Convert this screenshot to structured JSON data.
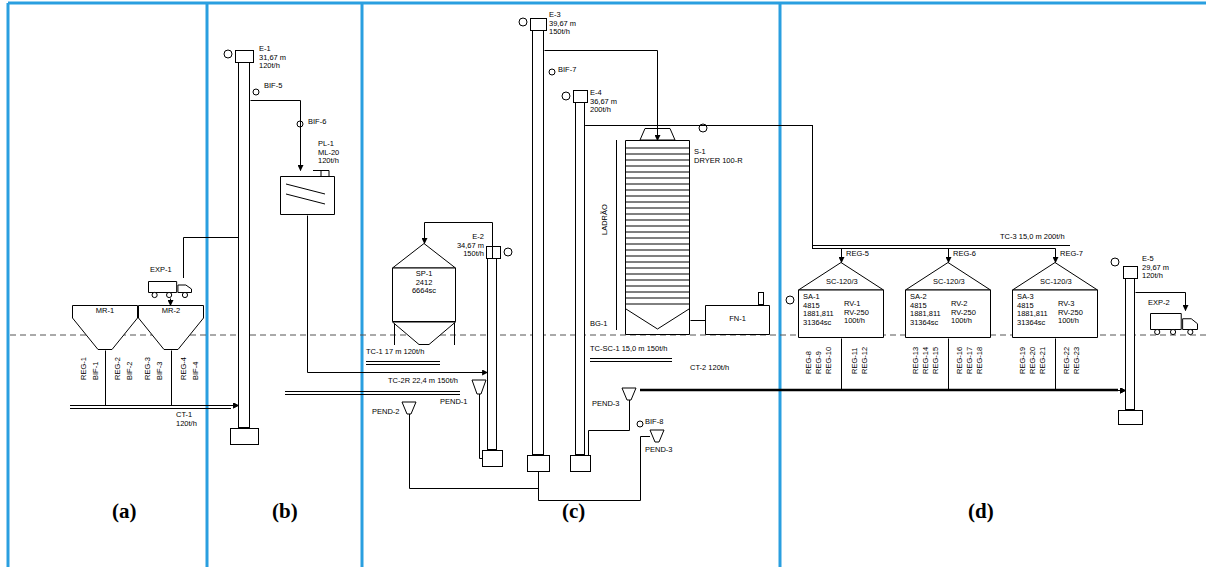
{
  "diagram": {
    "nodes": [
      {
        "text": [
          "MR-1"
        ]
      },
      {
        "text": [
          "MR-2"
        ]
      },
      {
        "text": [
          "EXP-1"
        ]
      },
      {
        "text": [
          "E-1",
          "31,67 m",
          "120t/h"
        ]
      },
      {
        "text": [
          "PL-1",
          "ML-20",
          "120t/h"
        ]
      },
      {
        "text": [
          "SP-1",
          "2412",
          "6664sc"
        ]
      },
      {
        "text": [
          "E-2",
          "34,67 m",
          "150t/h"
        ]
      },
      {
        "text": [
          "E-3",
          "39,67 m",
          "150t/h"
        ]
      },
      {
        "text": [
          "E-4",
          "36,67 m",
          "200t/h"
        ]
      },
      {
        "text": [
          "S-1",
          "DRYER 100-R"
        ]
      },
      {
        "text": [
          "FN-1"
        ]
      },
      {
        "text": [
          "SA-1",
          "4815",
          "1881,811",
          "31364sc",
          "RV-1",
          "RV-250",
          "100t/h"
        ]
      },
      {
        "text": [
          "SA-2",
          "4815",
          "1881,811",
          "31364sc",
          "RV-2",
          "RV-250",
          "100t/h"
        ]
      },
      {
        "text": [
          "SA-3",
          "4815",
          "1881,811",
          "31364sc",
          "RV-3",
          "RV-250",
          "100t/h"
        ]
      },
      {
        "text": [
          "E-5",
          "29,67 m",
          "120t/h"
        ]
      },
      {
        "text": [
          "EXP-2"
        ]
      }
    ],
    "edges": [
      {
        "from": 2,
        "to": 1,
        "arrow": "to"
      },
      {
        "from": 0,
        "to": 3,
        "arrow": "to"
      },
      {
        "from": 1,
        "to": 3,
        "arrow": "to"
      },
      {
        "from": 3,
        "to": 4,
        "arrow": "to"
      },
      {
        "from": 4,
        "to": 6,
        "arrow": "to"
      },
      {
        "from": 6,
        "to": 5,
        "arrow": "to"
      },
      {
        "from": 7,
        "to": 9,
        "arrow": "to"
      },
      {
        "from": 8,
        "to": 11,
        "arrow": "to"
      },
      {
        "from": 8,
        "to": 12,
        "arrow": "to"
      },
      {
        "from": 8,
        "to": 13,
        "arrow": "to"
      },
      {
        "from": 9,
        "to": 10,
        "arrow": "none"
      },
      {
        "from": 11,
        "to": 14,
        "arrow": "to"
      },
      {
        "from": 12,
        "to": 14,
        "arrow": "to"
      },
      {
        "from": 13,
        "to": 14,
        "arrow": "to"
      },
      {
        "from": 14,
        "to": 15,
        "arrow": "to"
      }
    ],
    "labels": [
      "REG-1",
      "BIF-1",
      "REG-2",
      "BIF-2",
      "REG-3",
      "BIF-3",
      "REG-4",
      "BIF-4",
      "CT-1",
      "120t/h",
      "BIF-5",
      "BIF-6",
      "TC-1 17 m 120t/h",
      "TC-2R 22,4 m 150t/h",
      "PEND-1",
      "PEND-2",
      "BIF-7",
      "LADRÃO",
      "BG-1",
      "TC-SC-1 15,0 m 150t/h",
      "CT-2 120t/h",
      "PEND-3",
      "BIF-8",
      "PEND-3",
      "TC-3 15,0 m 200t/h",
      "REG-5",
      "SC-120/3",
      "REG-6",
      "SC-120/3",
      "REG-7",
      "SC-120/3",
      "REG-8",
      "REG-9",
      "REG-10",
      "REG-11",
      "REG-12",
      "REG-13",
      "REG-14",
      "REG-15",
      "REG-16",
      "REG-17",
      "REG-18",
      "REG-19",
      "REG-20",
      "REG-21",
      "REG-22",
      "REG-23",
      "(a)",
      "(b)",
      "(c)",
      "(d)"
    ]
  }
}
